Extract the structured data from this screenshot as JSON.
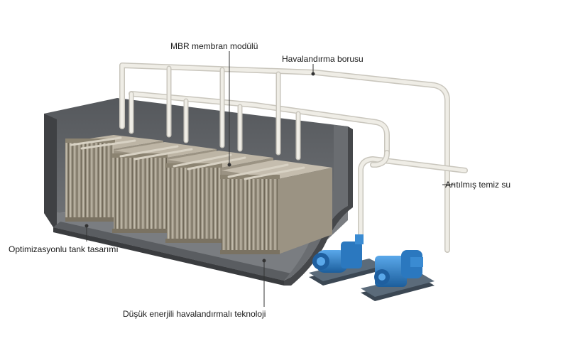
{
  "labels": {
    "membrane_module": "MBR membran modülü",
    "aeration_pipe": "Havalandırma borusu",
    "treated_water": "Arıtılmış temiz su",
    "tank_design": "Optimizasyonlu tank tasarımı",
    "low_energy": "Düşük enerjili havalandırmalı teknoloji"
  },
  "colors": {
    "tank_dark": "#4a4c4f",
    "tank_mid": "#6b6e72",
    "tank_light": "#8c9094",
    "module_wood": "#a39a8a",
    "pipe": "#e9e7df",
    "pump_blue": "#2a7fc9",
    "pump_base": "#4d5d6c"
  }
}
